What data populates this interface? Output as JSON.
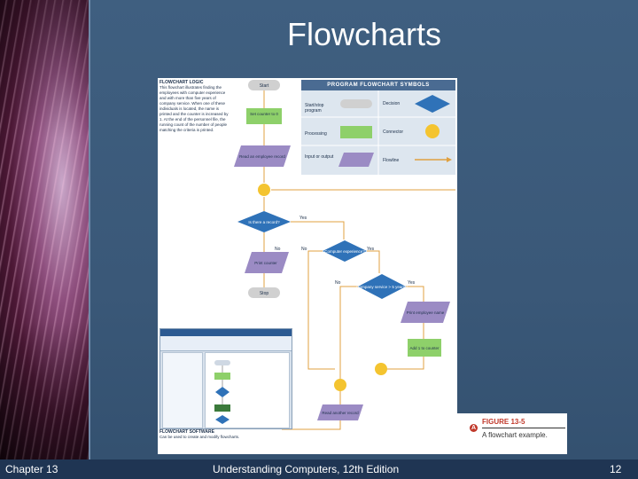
{
  "slide": {
    "title": "Flowcharts",
    "footer_left": "Chapter 13",
    "footer_center": "Understanding Computers, 12th Edition",
    "footer_right": "12"
  },
  "figure": {
    "intro_title": "FLOWCHART LOGIC",
    "intro_text": "This flowchart illustrates finding the employees with computer experience and with more than five years of company service. When one of these individuals is located, the name is printed and the counter is increased by 1. At the end of the personnel file, the running count of the number of people matching the criteria is printed.",
    "symbols_header": "PROGRAM FLOWCHART SYMBOLS",
    "symbols": {
      "start_stop": "Start/stop program",
      "decision": "Decision",
      "processing": "Processing",
      "connector": "Connector",
      "input_output": "Input or output",
      "flowline": "Flowline"
    },
    "nodes": {
      "start": "Start",
      "set_counter": "Set counter to 0",
      "read_record": "Read an employee record",
      "is_there_record": "Is there a record?",
      "print_counter": "Print counter",
      "stop": "Stop",
      "computer_experience": "Computer experience?",
      "company_service": "Company service > 5 years?",
      "print_name": "Print employee name",
      "add_counter": "Add 1 to counter",
      "read_another": "Read another record"
    },
    "branch_labels": {
      "yes": "Yes",
      "no": "No"
    },
    "software_title": "FLOWCHART SOFTWARE",
    "software_text": "Can be used to create and modify flowcharts."
  },
  "caption": {
    "badge": "A",
    "figure_number": "FIGURE 13-5",
    "text": "A flowchart example."
  },
  "colors": {
    "decision": "#2f72b8",
    "processing": "#8ed06a",
    "connector": "#f4c430",
    "input_output": "#9b8bc4",
    "start_stop": "#d0d0d0",
    "flowline": "#e0a040",
    "accent_red": "#c0392b"
  }
}
